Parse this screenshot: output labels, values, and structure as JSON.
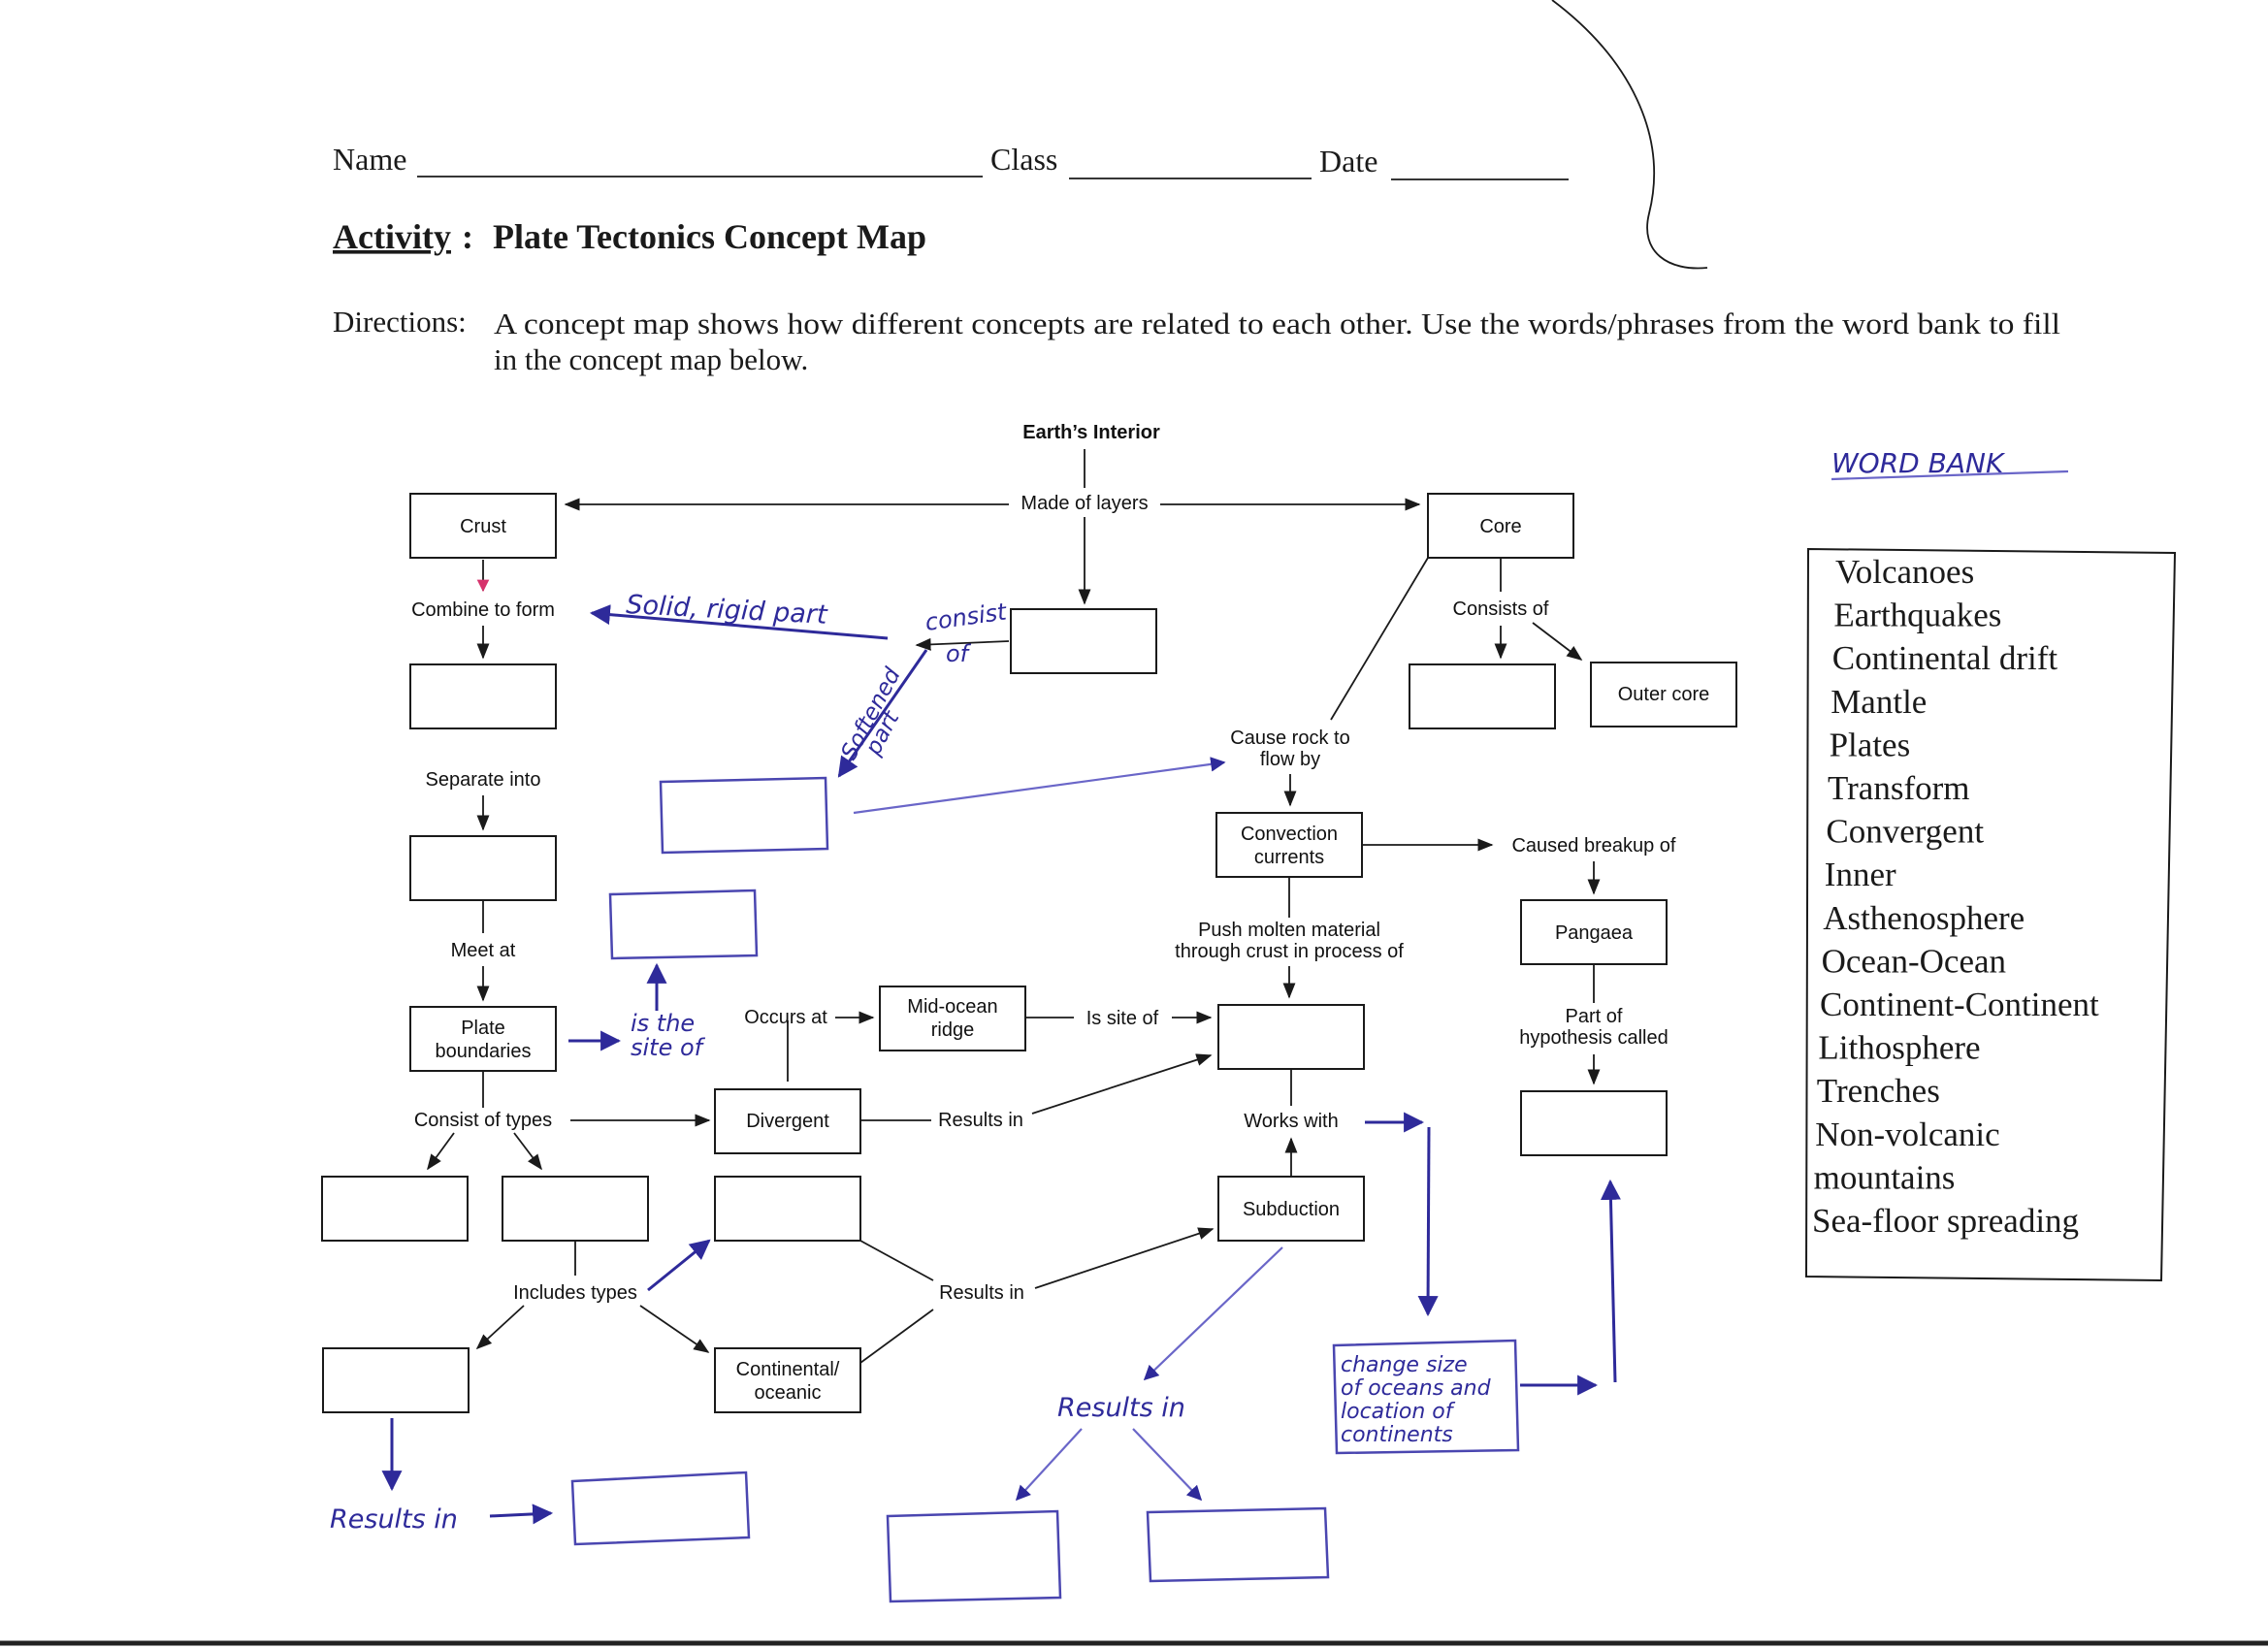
{
  "header": {
    "name_label": "Name",
    "class_label": "Class",
    "date_label": "Date",
    "activity_label": "Activity",
    "activity_title": "Plate Tectonics Concept Map",
    "directions_label": "Directions:",
    "directions_line1": "A concept map shows how different concepts are related to each other.  Use the words/phrases from the word bank to fill",
    "directions_line2": "in the concept map below."
  },
  "map": {
    "earths_interior": "Earth’s Interior",
    "made_of_layers": "Made of layers",
    "crust": "Crust",
    "core": "Core",
    "combine_to_form": "Combine to form",
    "consists_of": "Consists of",
    "outer_core": "Outer core",
    "separate_into": "Separate into",
    "cause_rock_line1": "Cause rock to",
    "cause_rock_line2": "flow by",
    "convection_line1": "Convection",
    "convection_line2": "currents",
    "caused_breakup_of": "Caused breakup of",
    "pangaea": "Pangaea",
    "meet_at": "Meet at",
    "push_line1": "Push molten material",
    "push_line2": "through crust in process of",
    "plate_boundaries_line1": "Plate",
    "plate_boundaries_line2": "boundaries",
    "occurs_at": "Occurs at",
    "mid_ocean_line1": "Mid-ocean",
    "mid_ocean_line2": "ridge",
    "is_site_of": "Is site of",
    "part_of_line1": "Part of",
    "part_of_line2": "hypothesis called",
    "consist_of_types": "Consist of types",
    "divergent": "Divergent",
    "results_in_1": "Results in",
    "works_with": "Works with",
    "subduction": "Subduction",
    "includes_types": "Includes types",
    "results_in_2": "Results in",
    "continental_oceanic_line1": "Continental/",
    "continental_oceanic_line2": "oceanic"
  },
  "handwriting": {
    "word_bank_title": "WORD BANK",
    "solid_rigid_part": "Solid, rigid part",
    "consist_of_line1": "consist",
    "consist_of_line2": "of",
    "softened_line1": "Softened",
    "softened_line2": "part",
    "is_the_site_of_line1": "is the",
    "is_the_site_of_line2": "site of",
    "results_in_bottom": "Results in",
    "results_in_center": "Results in",
    "change_line1": "change size",
    "change_line2": "of oceans and",
    "change_line3": "location of",
    "change_line4": "continents"
  },
  "word_bank": {
    "items": [
      "Volcanoes",
      "Earthquakes",
      "Continental drift",
      "Mantle",
      "Plates",
      "Transform",
      "Convergent",
      "Inner",
      "Asthenosphere",
      "Ocean-Ocean",
      "Continent-Continent",
      "Lithosphere",
      "Trenches",
      "Non-volcanic",
      "mountains",
      "Sea-floor spreading"
    ]
  },
  "colors": {
    "ink": "#2e2a9a",
    "pink_arrow": "#d6336c",
    "print": "#1a1a1a"
  }
}
